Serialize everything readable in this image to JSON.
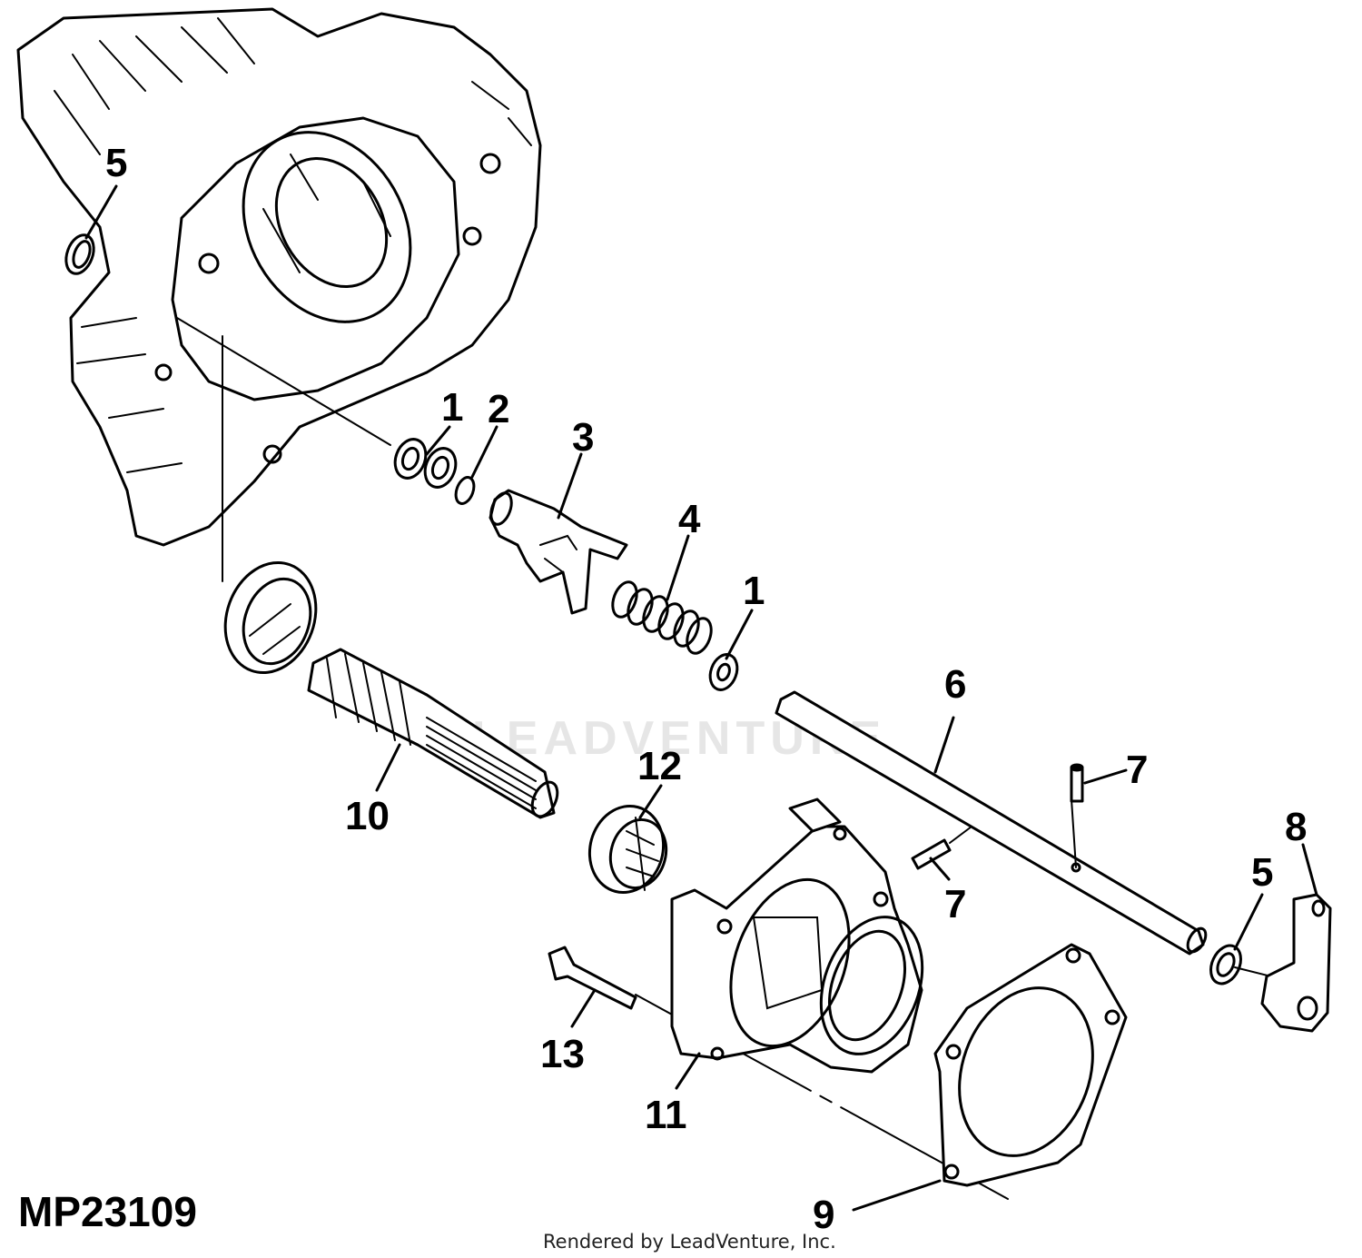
{
  "figure_id": "MP23109",
  "credit": "Rendered by LeadVenture, Inc.",
  "watermark": "LEADVENTURE",
  "callouts": {
    "c1a": "1",
    "c2": "2",
    "c3": "3",
    "c4": "4",
    "c1b": "1",
    "c5a": "5",
    "c5b": "5",
    "c6": "6",
    "c7a": "7",
    "c7b": "7",
    "c8": "8",
    "c9": "9",
    "c10": "10",
    "c11": "11",
    "c12": "12",
    "c13": "13"
  }
}
